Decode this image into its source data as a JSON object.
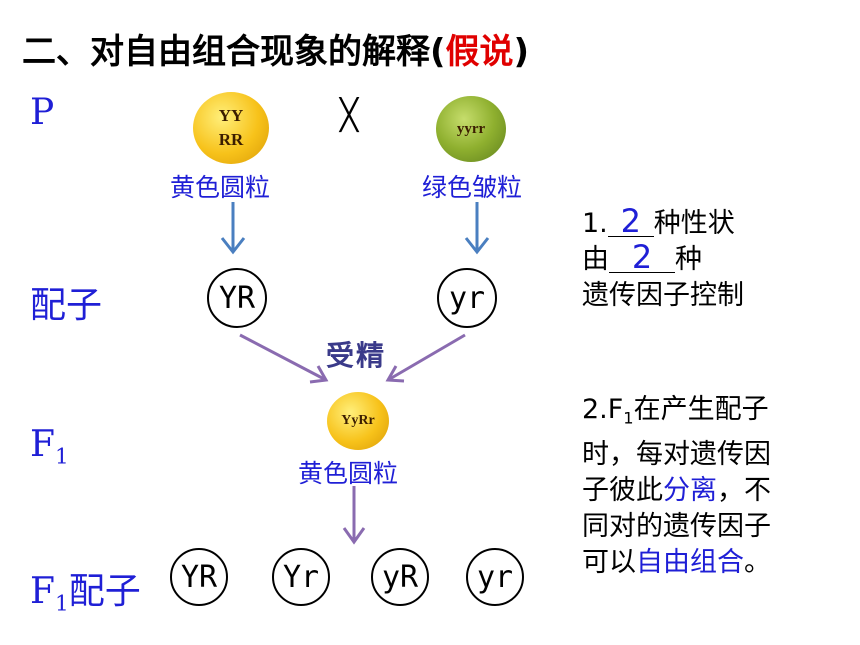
{
  "title": {
    "main": "二、对自由组合现象的解释(",
    "highlight": "假说",
    "close": ")"
  },
  "rows": {
    "p": "P",
    "gametes": "配子",
    "f1_base": "F",
    "f1_sub": "1",
    "f1_gametes_base": "F",
    "f1_gametes_sub": "1",
    "f1_gametes_suffix": "配子"
  },
  "parents": {
    "yellow": {
      "genotype_top": "YY",
      "genotype_bottom": "RR",
      "phenotype": "黄色圆粒"
    },
    "green": {
      "genotype": "yyrr",
      "phenotype": "绿色皱粒"
    },
    "cross_symbol": "╳"
  },
  "gametes": {
    "left": "YR",
    "right": "yr"
  },
  "fertilization": "受精",
  "f1": {
    "genotype": "YyRr",
    "phenotype": "黄色圆粒"
  },
  "f1_gametes": [
    "YR",
    "Yr",
    "yR",
    "yr"
  ],
  "notes": {
    "n1_prefix": "1.",
    "n1_blank1": "2",
    "n1_text1": "种性状",
    "n1_by": "由",
    "n1_blank2": "2",
    "n1_text2": "种",
    "n1_text3": "遗传因子控制",
    "n2_prefix": "2.F",
    "n2_sub": "1",
    "n2_text1": "在产生配子",
    "n2_text2": "时，每对遗传因",
    "n2_text3a": "子彼此",
    "n2_highlight1": "分离",
    "n2_text3b": "，不",
    "n2_text4": "同对的遗传因子",
    "n2_text5a": "可以",
    "n2_highlight2": "自由组合",
    "n2_text5b": "。"
  },
  "colors": {
    "title_highlight": "#e00000",
    "label_blue": "#1f1fd6",
    "arrow_blue": "#4a7fc0",
    "arrow_purple": "#8a6bb0"
  }
}
